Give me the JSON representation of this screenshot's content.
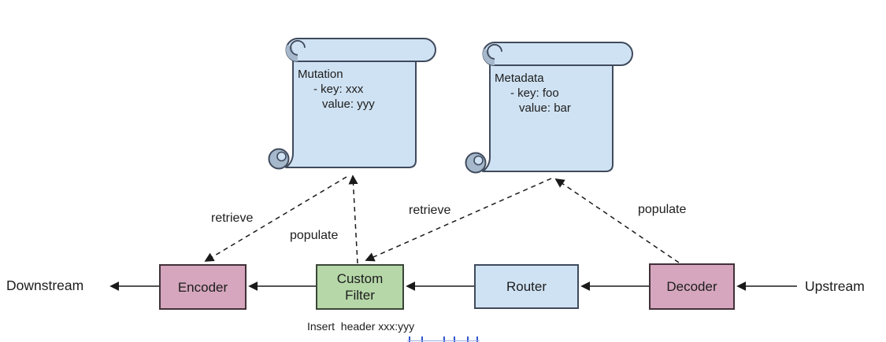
{
  "notes": {
    "mutation": {
      "title": "Mutation",
      "lines": [
        "- key: xxx",
        "value: yyy"
      ]
    },
    "metadata": {
      "title": "Metadata",
      "lines": [
        "- key: foo",
        "value: bar"
      ]
    }
  },
  "nodes": {
    "encoder": {
      "label": "Encoder",
      "fill": "#d5a6bd"
    },
    "custom_filter": {
      "label_line1": "Custom",
      "label_line2": "Filter",
      "fill": "#b6d7a8"
    },
    "router": {
      "label": "Router",
      "fill": "#cfe2f3"
    },
    "decoder": {
      "label": "Decoder",
      "fill": "#d5a6bd"
    }
  },
  "endpoints": {
    "downstream": "Downstream",
    "upstream": "Upstream"
  },
  "edges": {
    "retrieve_encoder": "retrieve",
    "populate_mutation": "populate",
    "retrieve_filter": "retrieve",
    "populate_metadata": "populate"
  },
  "caption": "Insert  header xxx:yyy",
  "colors": {
    "node_pink": "#d5a6bd",
    "node_green": "#b6d7a8",
    "node_blue": "#cfe2f3",
    "scroll_fill": "#cfe2f3",
    "scroll_shade": "#a6b8cb",
    "scroll_outline": "#3f4a5c",
    "box_outline": "#383838",
    "arrow_color": "#1a1a1a",
    "clipped_link_blue": "#2f55cc"
  }
}
